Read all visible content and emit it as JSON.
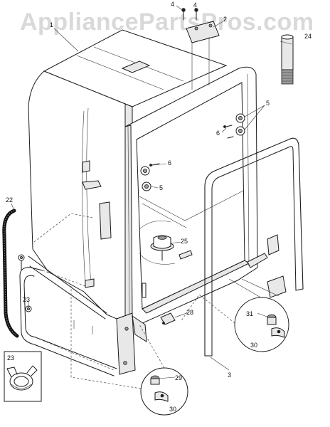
{
  "watermark": "AppliancePartsPros.com",
  "parts": [
    {
      "id": "1",
      "label": "1"
    },
    {
      "id": "2",
      "label": "2"
    },
    {
      "id": "3",
      "label": "3"
    },
    {
      "id": "4a",
      "label": "4"
    },
    {
      "id": "4b",
      "label": "4"
    },
    {
      "id": "5a",
      "label": "5"
    },
    {
      "id": "5b",
      "label": "5"
    },
    {
      "id": "6a",
      "label": "6"
    },
    {
      "id": "6b",
      "label": "6"
    },
    {
      "id": "22",
      "label": "22"
    },
    {
      "id": "23a",
      "label": "23"
    },
    {
      "id": "23b",
      "label": "23"
    },
    {
      "id": "24",
      "label": "24"
    },
    {
      "id": "25",
      "label": "25"
    },
    {
      "id": "28",
      "label": "28"
    },
    {
      "id": "29",
      "label": "29"
    },
    {
      "id": "30a",
      "label": "30"
    },
    {
      "id": "30b",
      "label": "30"
    },
    {
      "id": "31",
      "label": "31"
    }
  ]
}
